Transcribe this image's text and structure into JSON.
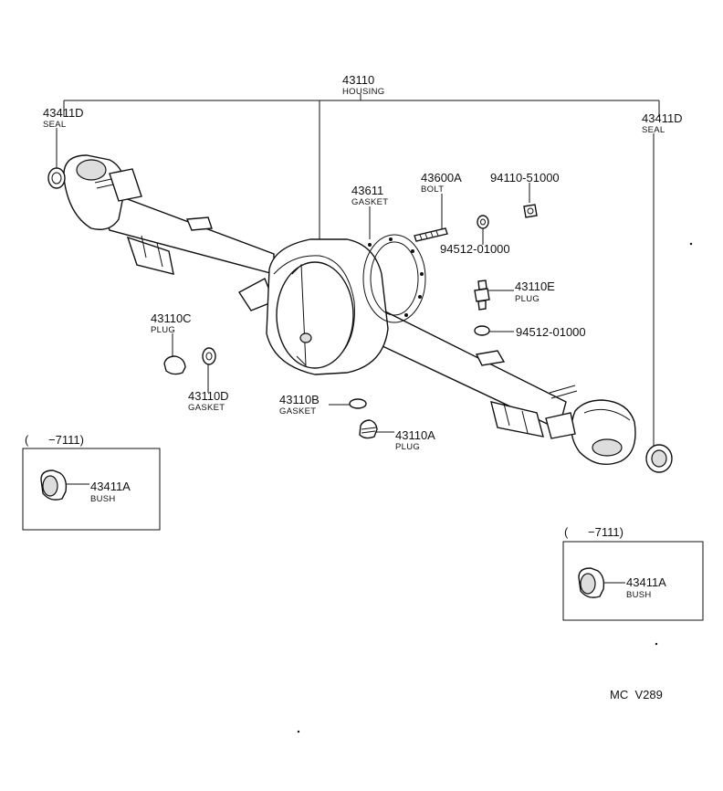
{
  "labels": {
    "housing": {
      "num": "43110",
      "name": "HOUSING"
    },
    "seal_left": {
      "num": "43411D",
      "name": "SEAL"
    },
    "seal_right": {
      "num": "43411D",
      "name": "SEAL"
    },
    "gasket_cover": {
      "num": "43611",
      "name": "GASKET"
    },
    "bolt": {
      "num": "43600A",
      "name": "BOLT"
    },
    "nut": {
      "num": "94110-51000"
    },
    "washer_top": {
      "num": "94512-01000"
    },
    "plug_e": {
      "num": "43110E",
      "name": "PLUG"
    },
    "washer_mid": {
      "num": "94512-01000"
    },
    "plug_c": {
      "num": "43110C",
      "name": "PLUG"
    },
    "gasket_d": {
      "num": "43110D",
      "name": "GASKET"
    },
    "gasket_b": {
      "num": "43110B",
      "name": "GASKET"
    },
    "plug_a": {
      "num": "43110A",
      "name": "PLUG"
    },
    "bush_left": {
      "num": "43411A",
      "name": "BUSH",
      "range": "(      −7111)"
    },
    "bush_right": {
      "num": "43411A",
      "name": "BUSH",
      "range": "(      −7111)"
    }
  },
  "footer": {
    "code": "MC  V289"
  }
}
